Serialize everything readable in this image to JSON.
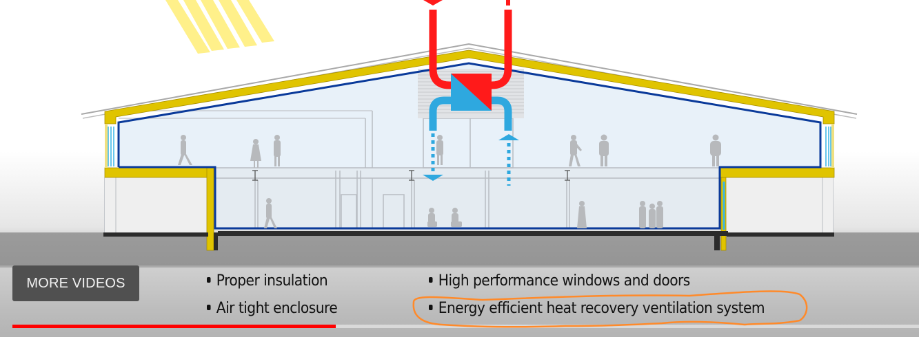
{
  "video": {
    "overlay_button_label": "MORE VIDEOS",
    "progress_fraction": 0.357
  },
  "slide": {
    "bullets_left": [
      "Proper insulation",
      "Air tight enclosure"
    ],
    "bullets_right": [
      "High performance windows and doors",
      "Energy efficient heat recovery ventilation system"
    ],
    "highlighted_bullet": "Energy efficient heat recovery ventilation system"
  },
  "diagram": {
    "subject": "building cross-section with heat recovery ventilation",
    "icons": [
      "sun-rays",
      "exhaust-duct-red",
      "supply-duct-blue",
      "heat-exchanger",
      "insulation-envelope",
      "air-barrier",
      "people-silhouettes"
    ]
  },
  "colors": {
    "insulation_yellow": "#e0c400",
    "air_barrier_blue": "#0a3a9a",
    "warm_air_red": "#ff1a1a",
    "fresh_air_blue": "#2ea8df",
    "sun_yellow": "#fff08a",
    "progress_red": "#ff0000",
    "annotation_orange": "#ff8a2a",
    "button_bg": "#505050"
  }
}
